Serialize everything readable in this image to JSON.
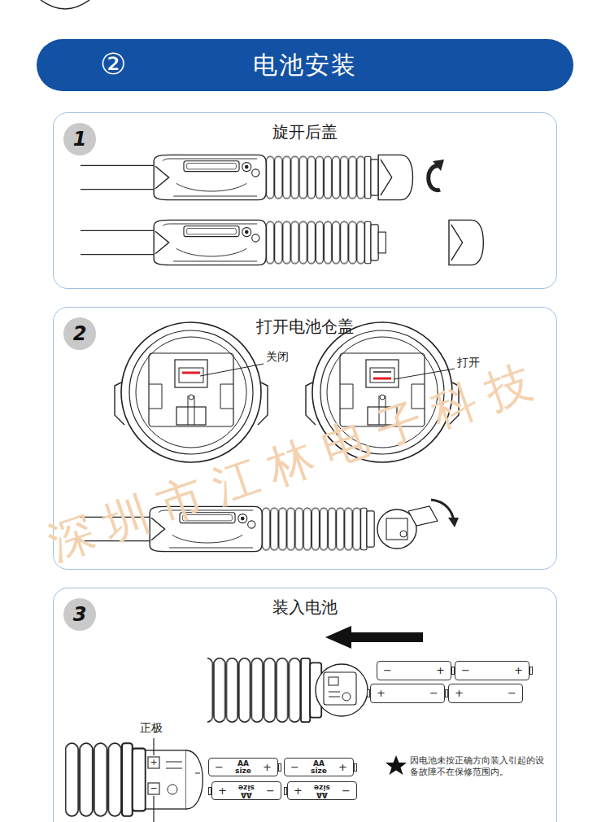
{
  "diagram": {
    "nodes": [
      {
        "text": [
          "②",
          "电池安装"
        ]
      },
      {
        "text": [
          "旋开后盖"
        ]
      },
      {
        "text": [
          "1"
        ],
        "in": 1
      },
      {
        "text": [
          "打开电池仓盖"
        ]
      },
      {
        "text": [
          "2"
        ],
        "in": 3
      },
      {
        "text": [
          "装入电池"
        ]
      },
      {
        "text": [
          "3"
        ],
        "in": 5
      },
      {
        "text": [
          "−",
          "+"
        ],
        "in": 5
      },
      {
        "text": [
          "−",
          "+"
        ],
        "in": 5
      },
      {
        "text": [
          "+",
          "−"
        ],
        "in": 5
      },
      {
        "text": [
          "+",
          "−"
        ],
        "in": 5
      },
      {
        "text": [
          "−",
          "AA size",
          "+"
        ],
        "in": 5
      },
      {
        "text": [
          "−",
          "AA size",
          "+"
        ],
        "in": 5
      },
      {
        "text": [
          "+",
          "AA size",
          "−"
        ],
        "in": 5
      },
      {
        "text": [
          "+",
          "AA size",
          "−"
        ],
        "in": 5
      }
    ],
    "labels": [
      "关闭",
      "打开",
      "正极",
      "+",
      "−",
      "因电池未按正确方向装入引起的设备故障不在保修范围内。",
      "深圳市江林电子科技"
    ]
  }
}
